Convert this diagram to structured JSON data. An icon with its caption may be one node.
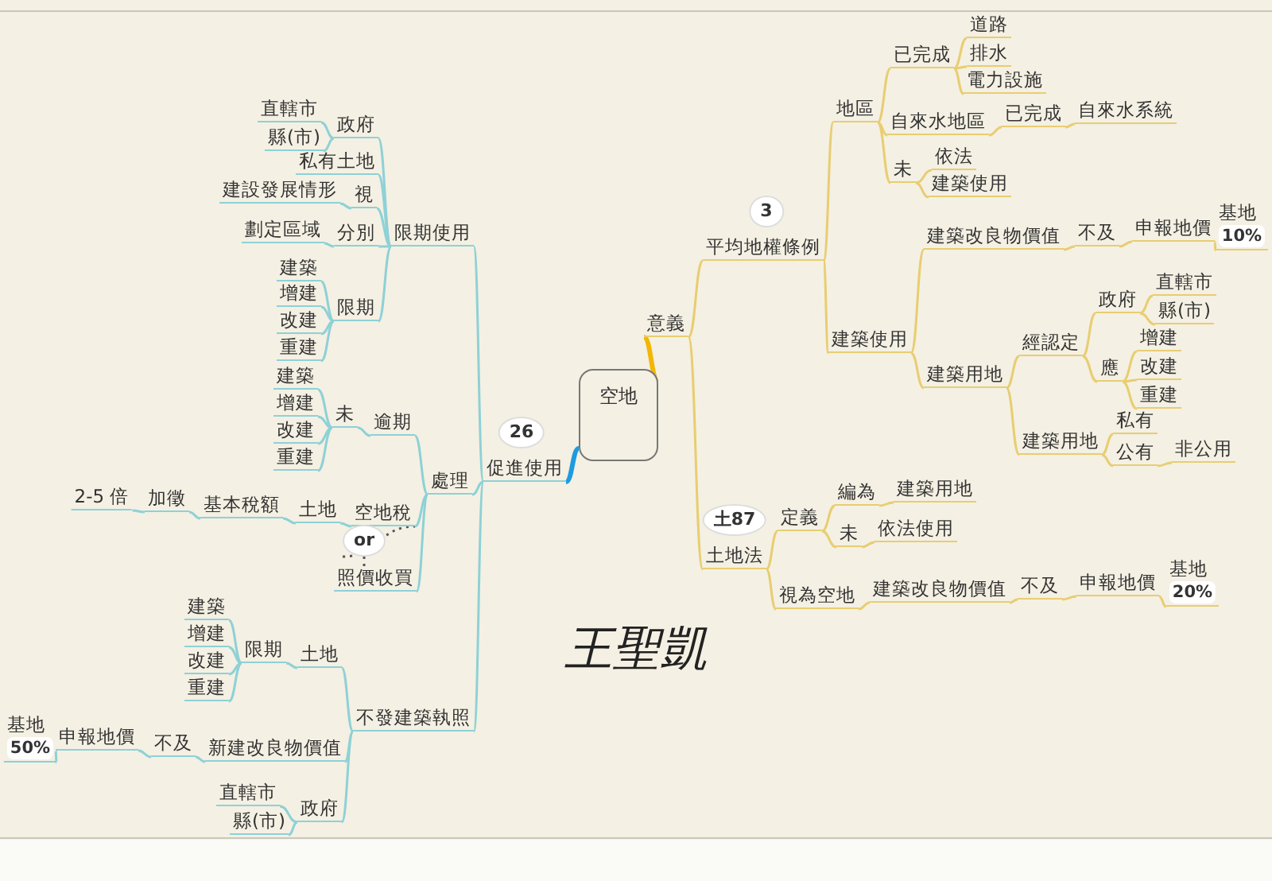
{
  "diagram": {
    "nodes": [
      {
        "text": [
          "空地"
        ]
      },
      {
        "text": [
          "意義"
        ]
      },
      {
        "text": [
          "平均地權條例"
        ]
      },
      {
        "text": [
          "3"
        ]
      },
      {
        "text": [
          "地區"
        ]
      },
      {
        "text": [
          "已完成"
        ]
      },
      {
        "text": [
          "道路"
        ]
      },
      {
        "text": [
          "排水"
        ]
      },
      {
        "text": [
          "電力設施"
        ]
      },
      {
        "text": [
          "自來水地區"
        ]
      },
      {
        "text": [
          "已完成"
        ]
      },
      {
        "text": [
          "自來水系統"
        ]
      },
      {
        "text": [
          "未"
        ]
      },
      {
        "text": [
          "依法"
        ]
      },
      {
        "text": [
          "建築使用"
        ]
      },
      {
        "text": [
          "建築使用"
        ]
      },
      {
        "text": [
          "建築改良物價值"
        ]
      },
      {
        "text": [
          "不及"
        ]
      },
      {
        "text": [
          "申報地價"
        ]
      },
      {
        "text": [
          "基地",
          "10%"
        ]
      },
      {
        "text": [
          "建築用地"
        ]
      },
      {
        "text": [
          "經認定"
        ]
      },
      {
        "text": [
          "政府"
        ]
      },
      {
        "text": [
          "直轄市"
        ]
      },
      {
        "text": [
          "縣(市)"
        ]
      },
      {
        "text": [
          "應"
        ]
      },
      {
        "text": [
          "增建"
        ]
      },
      {
        "text": [
          "改建"
        ]
      },
      {
        "text": [
          "重建"
        ]
      },
      {
        "text": [
          "建築用地"
        ]
      },
      {
        "text": [
          "私有"
        ]
      },
      {
        "text": [
          "公有"
        ]
      },
      {
        "text": [
          "非公用"
        ]
      },
      {
        "text": [
          "土地法"
        ]
      },
      {
        "text": [
          "土87"
        ]
      },
      {
        "text": [
          "定義"
        ]
      },
      {
        "text": [
          "編為"
        ]
      },
      {
        "text": [
          "建築用地"
        ]
      },
      {
        "text": [
          "未"
        ]
      },
      {
        "text": [
          "依法使用"
        ]
      },
      {
        "text": [
          "視為空地"
        ]
      },
      {
        "text": [
          "建築改良物價值"
        ]
      },
      {
        "text": [
          "不及"
        ]
      },
      {
        "text": [
          "申報地價"
        ]
      },
      {
        "text": [
          "基地",
          "20%"
        ]
      },
      {
        "text": [
          "促進使用"
        ]
      },
      {
        "text": [
          "26"
        ]
      },
      {
        "text": [
          "限期使用"
        ]
      },
      {
        "text": [
          "政府"
        ]
      },
      {
        "text": [
          "直轄市"
        ]
      },
      {
        "text": [
          "縣(市)"
        ]
      },
      {
        "text": [
          "私有土地"
        ]
      },
      {
        "text": [
          "視"
        ]
      },
      {
        "text": [
          "建設發展情形"
        ]
      },
      {
        "text": [
          "分別"
        ]
      },
      {
        "text": [
          "劃定區域"
        ]
      },
      {
        "text": [
          "限期"
        ]
      },
      {
        "text": [
          "建築"
        ]
      },
      {
        "text": [
          "增建"
        ]
      },
      {
        "text": [
          "改建"
        ]
      },
      {
        "text": [
          "重建"
        ]
      },
      {
        "text": [
          "處理"
        ]
      },
      {
        "text": [
          "逾期"
        ]
      },
      {
        "text": [
          "未"
        ]
      },
      {
        "text": [
          "建築"
        ]
      },
      {
        "text": [
          "增建"
        ]
      },
      {
        "text": [
          "改建"
        ]
      },
      {
        "text": [
          "重建"
        ]
      },
      {
        "text": [
          "空地稅"
        ]
      },
      {
        "text": [
          "土地"
        ]
      },
      {
        "text": [
          "基本稅額"
        ]
      },
      {
        "text": [
          "加徵"
        ]
      },
      {
        "text": [
          "2-5 倍"
        ]
      },
      {
        "text": [
          "or"
        ]
      },
      {
        "text": [
          "照價收買"
        ]
      },
      {
        "text": [
          "不發建築執照"
        ]
      },
      {
        "text": [
          "土地"
        ]
      },
      {
        "text": [
          "限期"
        ]
      },
      {
        "text": [
          "建築"
        ]
      },
      {
        "text": [
          "增建"
        ]
      },
      {
        "text": [
          "改建"
        ]
      },
      {
        "text": [
          "重建"
        ]
      },
      {
        "text": [
          "新建改良物價值"
        ]
      },
      {
        "text": [
          "不及"
        ]
      },
      {
        "text": [
          "申報地價"
        ]
      },
      {
        "text": [
          "基地",
          "50%"
        ]
      },
      {
        "text": [
          "政府"
        ]
      },
      {
        "text": [
          "直轄市"
        ]
      },
      {
        "text": [
          "縣(市)"
        ]
      }
    ],
    "edges": [
      {
        "from": 0,
        "to": 1,
        "arrow": "none",
        "style": "thick",
        "color": "#f2b705"
      },
      {
        "from": 1,
        "to": 2,
        "arrow": "none",
        "color": "#e8cd72"
      },
      {
        "from": 1,
        "to": 33,
        "arrow": "none",
        "color": "#e8cd72"
      },
      {
        "from": 2,
        "to": 4,
        "arrow": "none",
        "color": "#e8cd72"
      },
      {
        "from": 2,
        "to": 15,
        "arrow": "none",
        "color": "#e8cd72"
      },
      {
        "from": 4,
        "to": 5,
        "arrow": "none",
        "color": "#e8cd72"
      },
      {
        "from": 5,
        "to": 6,
        "arrow": "none",
        "color": "#e8cd72"
      },
      {
        "from": 5,
        "to": 7,
        "arrow": "none",
        "color": "#e8cd72"
      },
      {
        "from": 5,
        "to": 8,
        "arrow": "none",
        "color": "#e8cd72"
      },
      {
        "from": 4,
        "to": 9,
        "arrow": "none",
        "color": "#e8cd72"
      },
      {
        "from": 9,
        "to": 10,
        "arrow": "none",
        "color": "#e8cd72"
      },
      {
        "from": 10,
        "to": 11,
        "arrow": "none",
        "color": "#e8cd72"
      },
      {
        "from": 4,
        "to": 12,
        "arrow": "none",
        "color": "#e8cd72"
      },
      {
        "from": 12,
        "to": 13,
        "arrow": "none",
        "color": "#e8cd72"
      },
      {
        "from": 12,
        "to": 14,
        "arrow": "none",
        "color": "#e8cd72"
      },
      {
        "from": 15,
        "to": 16,
        "arrow": "none",
        "color": "#e8cd72"
      },
      {
        "from": 16,
        "to": 17,
        "arrow": "none",
        "color": "#e8cd72"
      },
      {
        "from": 17,
        "to": 18,
        "arrow": "none",
        "color": "#e8cd72"
      },
      {
        "from": 18,
        "to": 19,
        "arrow": "none",
        "color": "#e8cd72"
      },
      {
        "from": 15,
        "to": 20,
        "arrow": "none",
        "color": "#e8cd72"
      },
      {
        "from": 20,
        "to": 21,
        "arrow": "none",
        "color": "#e8cd72"
      },
      {
        "from": 21,
        "to": 22,
        "arrow": "none",
        "color": "#e8cd72"
      },
      {
        "from": 22,
        "to": 23,
        "arrow": "none",
        "color": "#e8cd72"
      },
      {
        "from": 22,
        "to": 24,
        "arrow": "none",
        "color": "#e8cd72"
      },
      {
        "from": 21,
        "to": 25,
        "arrow": "none",
        "color": "#e8cd72"
      },
      {
        "from": 25,
        "to": 26,
        "arrow": "none",
        "color": "#e8cd72"
      },
      {
        "from": 25,
        "to": 27,
        "arrow": "none",
        "color": "#e8cd72"
      },
      {
        "from": 25,
        "to": 28,
        "arrow": "none",
        "color": "#e8cd72"
      },
      {
        "from": 20,
        "to": 29,
        "arrow": "none",
        "color": "#e8cd72"
      },
      {
        "from": 29,
        "to": 30,
        "arrow": "none",
        "color": "#e8cd72"
      },
      {
        "from": 29,
        "to": 31,
        "arrow": "none",
        "color": "#e8cd72"
      },
      {
        "from": 31,
        "to": 32,
        "arrow": "none",
        "color": "#e8cd72"
      },
      {
        "from": 33,
        "to": 35,
        "arrow": "none",
        "color": "#e8cd72"
      },
      {
        "from": 35,
        "to": 36,
        "arrow": "none",
        "color": "#e8cd72"
      },
      {
        "from": 36,
        "to": 37,
        "arrow": "none",
        "color": "#e8cd72"
      },
      {
        "from": 35,
        "to": 38,
        "arrow": "none",
        "color": "#e8cd72"
      },
      {
        "from": 38,
        "to": 39,
        "arrow": "none",
        "color": "#e8cd72"
      },
      {
        "from": 33,
        "to": 40,
        "arrow": "none",
        "color": "#e8cd72"
      },
      {
        "from": 40,
        "to": 41,
        "arrow": "none",
        "color": "#e8cd72"
      },
      {
        "from": 41,
        "to": 42,
        "arrow": "none",
        "color": "#e8cd72"
      },
      {
        "from": 42,
        "to": 43,
        "arrow": "none",
        "color": "#e8cd72"
      },
      {
        "from": 43,
        "to": 44,
        "arrow": "none",
        "color": "#e8cd72"
      },
      {
        "from": 0,
        "to": 45,
        "arrow": "none",
        "style": "thick",
        "color": "#1e9be0"
      },
      {
        "from": 45,
        "to": 47,
        "arrow": "none",
        "color": "#8ed1d6"
      },
      {
        "from": 45,
        "to": 61,
        "arrow": "none",
        "color": "#8ed1d6"
      },
      {
        "from": 45,
        "to": 75,
        "arrow": "none",
        "color": "#8ed1d6"
      },
      {
        "from": 47,
        "to": 48,
        "arrow": "none",
        "color": "#8ed1d6"
      },
      {
        "from": 48,
        "to": 49,
        "arrow": "none",
        "color": "#8ed1d6"
      },
      {
        "from": 48,
        "to": 50,
        "arrow": "none",
        "color": "#8ed1d6"
      },
      {
        "from": 47,
        "to": 51,
        "arrow": "none",
        "color": "#8ed1d6"
      },
      {
        "from": 47,
        "to": 52,
        "arrow": "none",
        "color": "#8ed1d6"
      },
      {
        "from": 52,
        "to": 53,
        "arrow": "none",
        "color": "#8ed1d6"
      },
      {
        "from": 47,
        "to": 54,
        "arrow": "none",
        "color": "#8ed1d6"
      },
      {
        "from": 54,
        "to": 55,
        "arrow": "none",
        "color": "#8ed1d6"
      },
      {
        "from": 47,
        "to": 56,
        "arrow": "none",
        "color": "#8ed1d6"
      },
      {
        "from": 56,
        "to": 57,
        "arrow": "none",
        "color": "#8ed1d6"
      },
      {
        "from": 56,
        "to": 58,
        "arrow": "none",
        "color": "#8ed1d6"
      },
      {
        "from": 56,
        "to": 59,
        "arrow": "none",
        "color": "#8ed1d6"
      },
      {
        "from": 56,
        "to": 60,
        "arrow": "none",
        "color": "#8ed1d6"
      },
      {
        "from": 61,
        "to": 62,
        "arrow": "none",
        "color": "#8ed1d6"
      },
      {
        "from": 62,
        "to": 63,
        "arrow": "none",
        "color": "#8ed1d6"
      },
      {
        "from": 63,
        "to": 64,
        "arrow": "none",
        "color": "#8ed1d6"
      },
      {
        "from": 63,
        "to": 65,
        "arrow": "none",
        "color": "#8ed1d6"
      },
      {
        "from": 63,
        "to": 66,
        "arrow": "none",
        "color": "#8ed1d6"
      },
      {
        "from": 63,
        "to": 67,
        "arrow": "none",
        "color": "#8ed1d6"
      },
      {
        "from": 61,
        "to": 68,
        "arrow": "none",
        "color": "#8ed1d6"
      },
      {
        "from": 68,
        "to": 69,
        "arrow": "none",
        "color": "#8ed1d6"
      },
      {
        "from": 69,
        "to": 70,
        "arrow": "none",
        "color": "#8ed1d6"
      },
      {
        "from": 70,
        "to": 71,
        "arrow": "none",
        "color": "#8ed1d6"
      },
      {
        "from": 71,
        "to": 72,
        "arrow": "none",
        "color": "#8ed1d6"
      },
      {
        "from": 61,
        "to": 74,
        "arrow": "none",
        "color": "#8ed1d6"
      },
      {
        "from": 73,
        "to": 68,
        "arrow": "none",
        "style": "dashed",
        "color": "#555555"
      },
      {
        "from": 73,
        "to": 74,
        "arrow": "none",
        "style": "dashed",
        "color": "#555555"
      },
      {
        "from": 75,
        "to": 76,
        "arrow": "none",
        "color": "#8ed1d6"
      },
      {
        "from": 76,
        "to": 77,
        "arrow": "none",
        "color": "#8ed1d6"
      },
      {
        "from": 77,
        "to": 78,
        "arrow": "none",
        "color": "#8ed1d6"
      },
      {
        "from": 77,
        "to": 79,
        "arrow": "none",
        "color": "#8ed1d6"
      },
      {
        "from": 77,
        "to": 80,
        "arrow": "none",
        "color": "#8ed1d6"
      },
      {
        "from": 77,
        "to": 81,
        "arrow": "none",
        "color": "#8ed1d6"
      },
      {
        "from": 75,
        "to": 82,
        "arrow": "none",
        "color": "#8ed1d6"
      },
      {
        "from": 82,
        "to": 83,
        "arrow": "none",
        "color": "#8ed1d6"
      },
      {
        "from": 83,
        "to": 84,
        "arrow": "none",
        "color": "#8ed1d6"
      },
      {
        "from": 84,
        "to": 85,
        "arrow": "none",
        "color": "#8ed1d6"
      },
      {
        "from": 75,
        "to": 86,
        "arrow": "none",
        "color": "#8ed1d6"
      },
      {
        "from": 86,
        "to": 87,
        "arrow": "none",
        "color": "#8ed1d6"
      },
      {
        "from": 86,
        "to": 88,
        "arrow": "none",
        "color": "#8ed1d6"
      }
    ],
    "labels": [
      "王聖凱"
    ]
  }
}
